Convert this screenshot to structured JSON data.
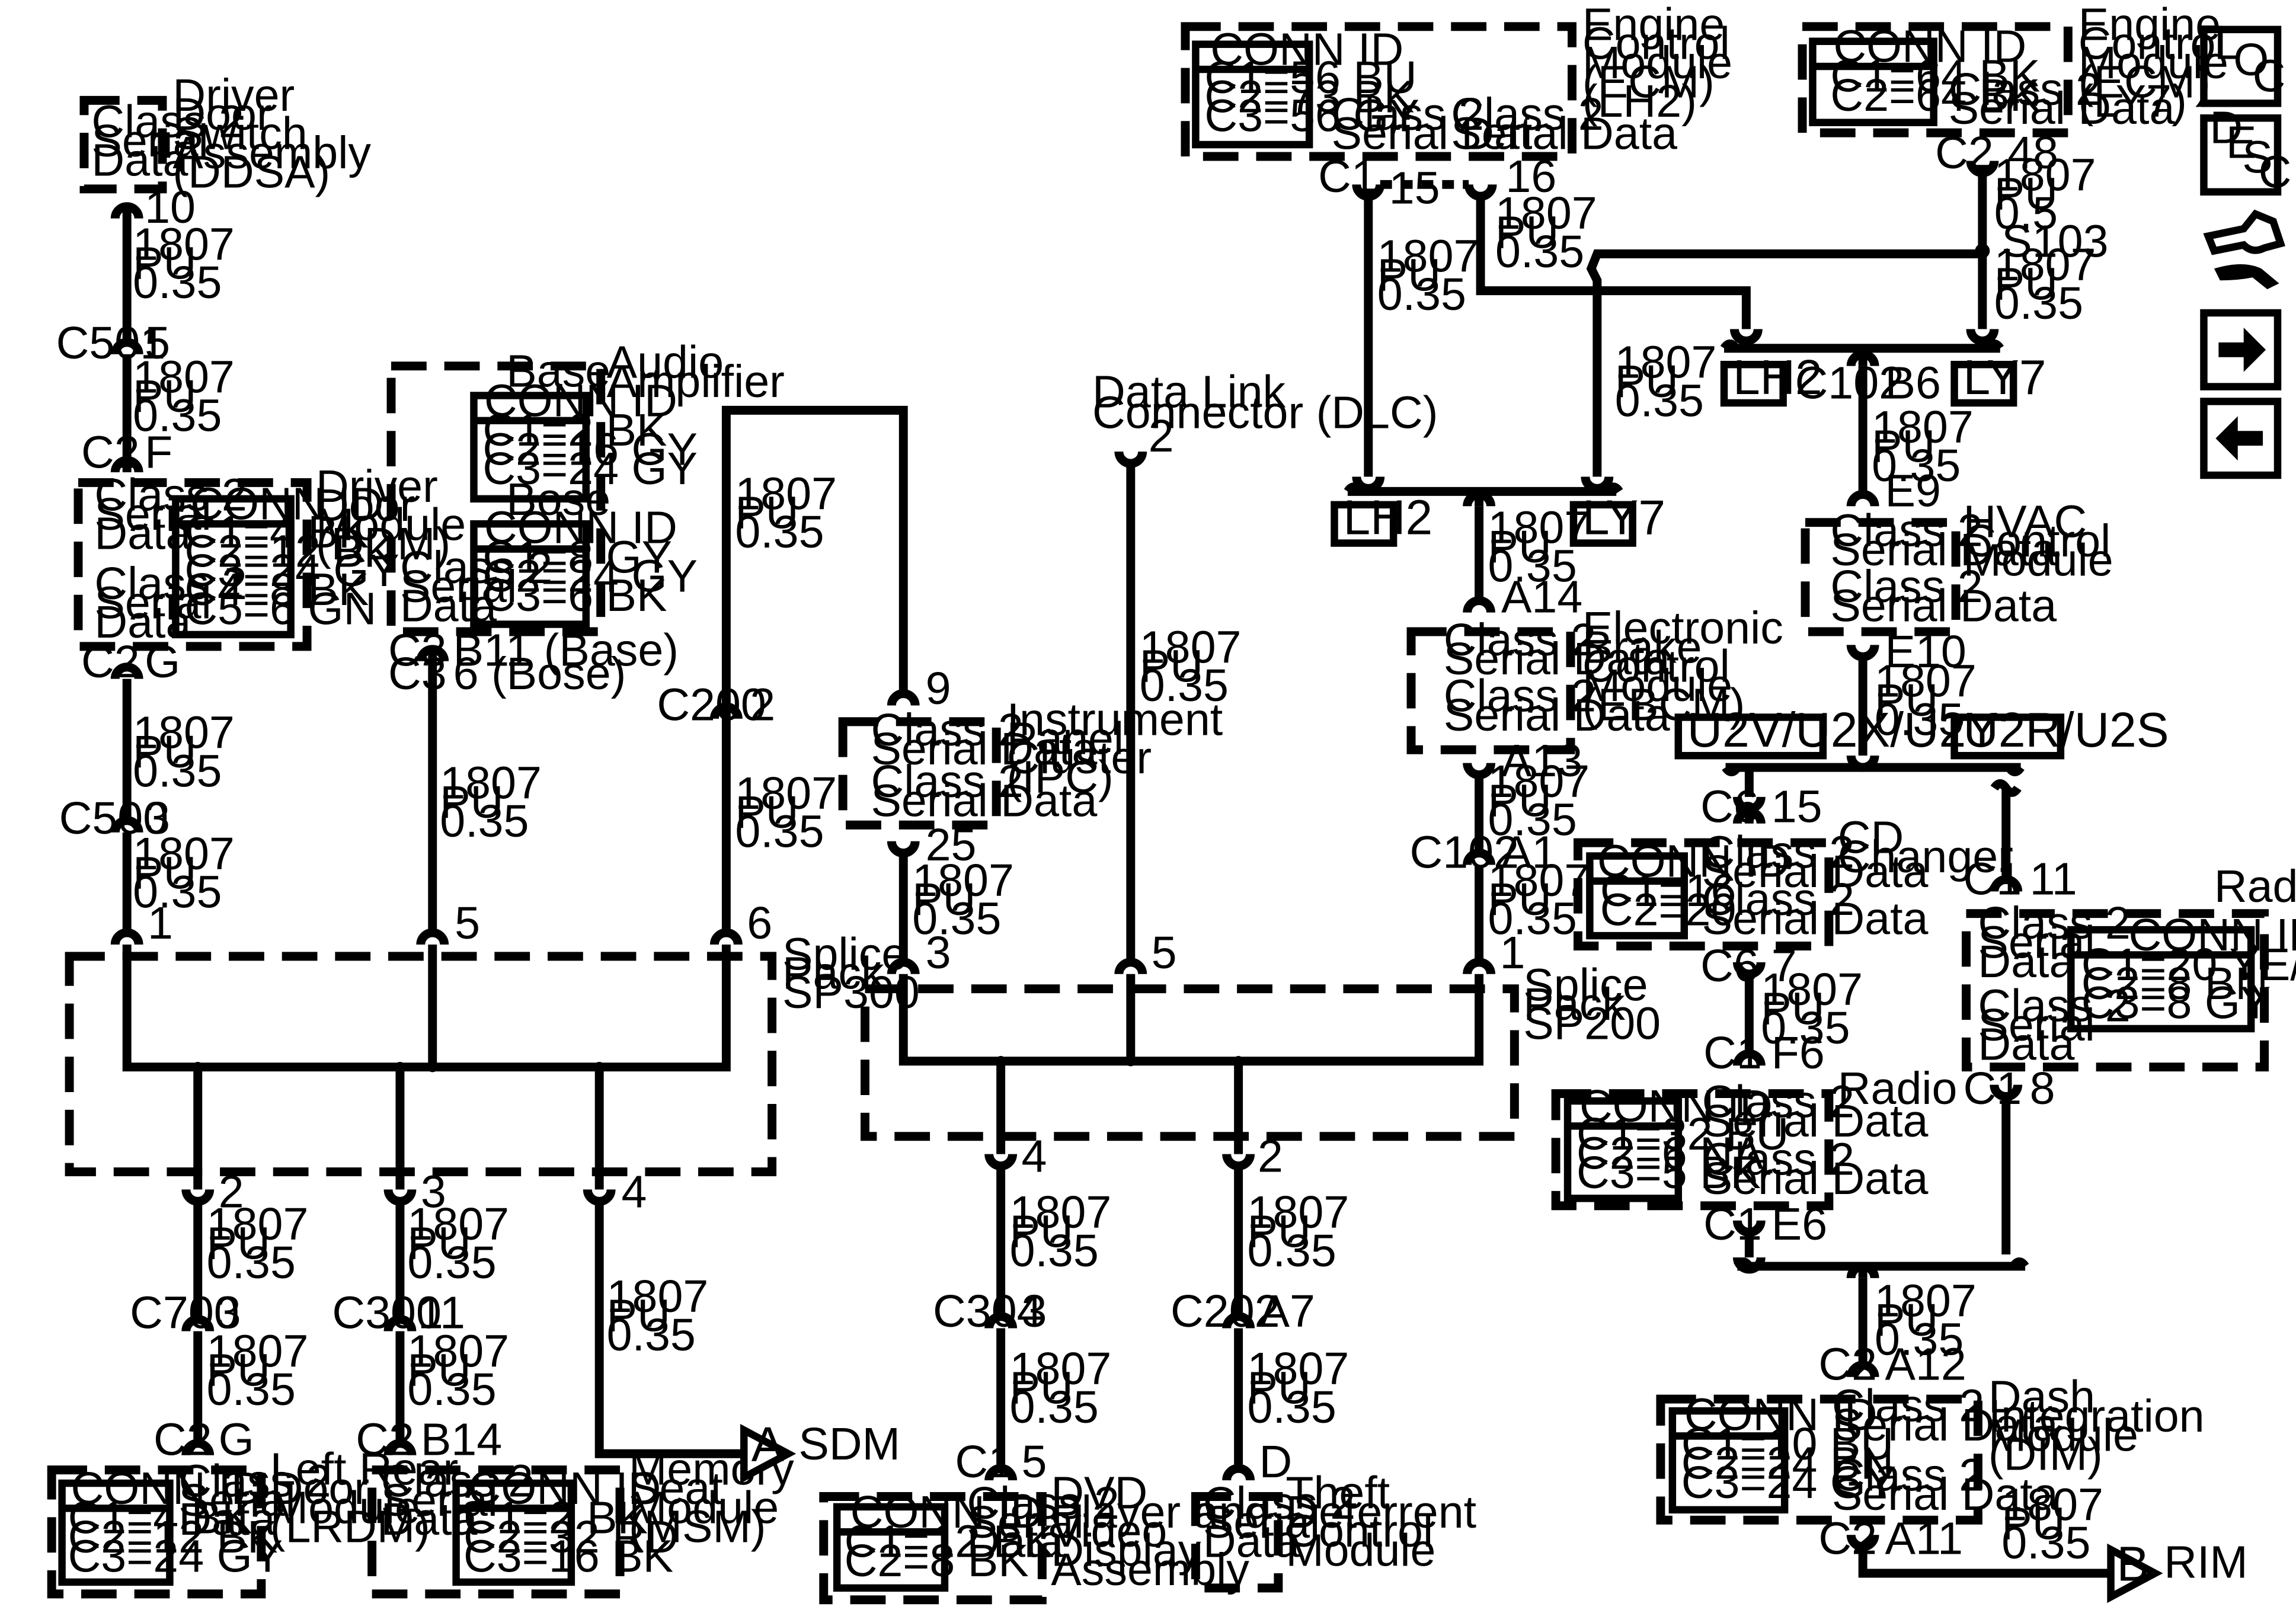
{
  "nav": {
    "loc_l": "L",
    "loc_o": "O",
    "loc_c": "C",
    "desc_d": "D",
    "desc_e": "E",
    "desc_s": "S",
    "desc_c": "C"
  },
  "ddsa": {
    "sig": [
      "Class 2",
      "Serial",
      "Data"
    ],
    "name": [
      "Driver",
      "Door",
      "Switch",
      "Assembly",
      "(DDSA)"
    ],
    "pin": "10"
  },
  "c501": {
    "conn": "C501",
    "pin": "5"
  },
  "w_ddsa": [
    "1807",
    "PU",
    "0.35"
  ],
  "w_c501": [
    "1807",
    "PU",
    "0.35"
  ],
  "ddm": {
    "conn": "C2",
    "pin_top": "F",
    "pin_bot": "G",
    "sig1": [
      "Class 2",
      "Serial",
      "Data"
    ],
    "sig2": [
      "Class 2",
      "Serial",
      "Data"
    ],
    "connid": "CONN ID",
    "ids": [
      "C1=4 BK",
      "C2=12 BK",
      "C3=24 GY",
      "C4=8 BK",
      "C5=6 GN"
    ],
    "name": [
      "Driver",
      "Door",
      "Module",
      "(DDM)"
    ]
  },
  "w_ddm": [
    "1807",
    "PU",
    "0.35"
  ],
  "c500": {
    "conn": "C500",
    "pin": "3"
  },
  "w_c500": [
    "1807",
    "PU",
    "0.35"
  ],
  "amp": {
    "base": "Base",
    "bose": "Bose",
    "connid": "CONN ID",
    "base_ids": [
      "C1=2 BK",
      "C2=16 GY",
      "C3=24 GY"
    ],
    "bose_ids": [
      "C1=8 GY",
      "C2=24 GY",
      "C3=6 BK"
    ],
    "sig": [
      "Class 2",
      "Serial",
      "Data"
    ],
    "name": [
      "Audio",
      "Amplifier"
    ],
    "c3a": "C3",
    "c3b": "C3",
    "pin_a": "B11 (Base)",
    "pin_b": "6 (Bose)"
  },
  "w_amp": [
    "1807",
    "PU",
    "0.35"
  ],
  "c200": {
    "conn": "C200",
    "pin": "2"
  },
  "w_c200_top": [
    "1807",
    "PU",
    "0.35"
  ],
  "w_c200_bot": [
    "1807",
    "PU",
    "0.35"
  ],
  "sp300": {
    "name": [
      "Splice",
      "Pack",
      "SP300"
    ],
    "pins_top": [
      "1",
      "5",
      "6"
    ],
    "pins_bot": [
      "2",
      "3",
      "4"
    ]
  },
  "lrdm_path": {
    "w1": [
      "1807",
      "PU",
      "0.35"
    ],
    "c700": "C700",
    "c700pin": "3",
    "w2": [
      "1807",
      "PU",
      "0.35"
    ],
    "c2": "C2",
    "pin": "G"
  },
  "lrdm": {
    "connid": "CONN ID",
    "ids": [
      "C1=4 BK",
      "C2=12 BK",
      "C3=24 GY"
    ],
    "sig": [
      "Class 2",
      "Serial",
      "Data"
    ],
    "name": [
      "Left Rear",
      "Door",
      "Module",
      "(LRDM)"
    ]
  },
  "msm_path": {
    "w1": [
      "1807",
      "PU",
      "0.35"
    ],
    "c300": "C300",
    "c300pin": "11",
    "w2": [
      "1807",
      "PU",
      "0.35"
    ],
    "c2": "C2",
    "pin": "B14"
  },
  "msm": {
    "sig": [
      "Class 2",
      "Serial",
      "Data"
    ],
    "connid": "CONN ID",
    "ids": [
      "C1=2 BK",
      "C2=32 RD",
      "C3=16 BK"
    ],
    "name": [
      "Memory",
      "Seat",
      "Module",
      "(MSM)"
    ]
  },
  "sdm": {
    "w": [
      "1807",
      "PU",
      "0.35"
    ],
    "tag": "A",
    "name": "SDM"
  },
  "dlc": {
    "name": [
      "Data Link",
      "Connector (DLC)"
    ],
    "pin": "2",
    "w": [
      "1807",
      "PU",
      "0.35"
    ]
  },
  "ipc": {
    "pin_top": "9",
    "pin_bot": "25",
    "sig1": [
      "Class 2",
      "Serial Data"
    ],
    "sig2": [
      "Class 2",
      "Serial Data"
    ],
    "name": [
      "Instrument",
      "Panel",
      "Cluster",
      "(IPC)"
    ],
    "w": [
      "1807",
      "PU",
      "0.35"
    ]
  },
  "sp200": {
    "name": [
      "Splice",
      "Pack",
      "SP200"
    ],
    "pins_top": [
      "3",
      "5",
      "1"
    ],
    "pins_bot": [
      "4",
      "2"
    ]
  },
  "dvd_path": {
    "w1": [
      "1807",
      "PU",
      "0.35"
    ],
    "c304": "C304",
    "c304pin": "3",
    "w2": [
      "1807",
      "PU",
      "0.35"
    ],
    "c1": "C1",
    "pin": "5"
  },
  "dvd": {
    "connid": "CONN ID",
    "ids": [
      "C1=12 BK",
      "C2=8 BK"
    ],
    "sig": [
      "Class 2",
      "Serial",
      "Data"
    ],
    "name": [
      "DVD",
      "Player and",
      "Video",
      "Display",
      "Assembly"
    ]
  },
  "tdcm_path": {
    "w1": [
      "1807",
      "PU",
      "0.35"
    ],
    "c202": "C202",
    "c202pin": "A7",
    "w2": [
      "1807",
      "PU",
      "0.35"
    ],
    "pin": "D"
  },
  "tdcm": {
    "sig": [
      "Class 2",
      "Serial",
      "Data"
    ],
    "name": [
      "Theft",
      "Deterrent",
      "Control",
      "Module"
    ]
  },
  "ecm_lh2": {
    "connid": "CONN ID",
    "ids": [
      "C1=56 BU",
      "C2=73 BK",
      "C3=56 GY"
    ],
    "sig1": [
      "Class 2",
      "Serial Data"
    ],
    "sig2": [
      "Class 2",
      "Serial Data"
    ],
    "name": [
      "Engine",
      "Control",
      "Module",
      "(ECM)",
      "(LH2)"
    ],
    "c1": "C1",
    "pin1": "15",
    "pin2": "16",
    "w1": [
      "1807",
      "PU",
      "0.35"
    ],
    "w2": [
      "1807",
      "PU",
      "0.35"
    ],
    "w3": [
      "1807",
      "PU",
      "0.35"
    ]
  },
  "ecm_ly7": {
    "connid": "CONN ID",
    "ids": [
      "C1=64 BK",
      "C2=64 BK"
    ],
    "sig": [
      "Class 2",
      "Serial Data"
    ],
    "name": [
      "Engine",
      "Control",
      "Module",
      "(ECM)",
      "(LY7)"
    ],
    "c2": "C2",
    "pin": "48",
    "w1": [
      "1807",
      "PU",
      "0.5"
    ],
    "splice": "S103",
    "w2": [
      "1807",
      "PU",
      "0.35"
    ]
  },
  "tags": {
    "lh2_a": "LH2",
    "ly7_a": "LY7",
    "lh2_b": "LH2",
    "ly7_b": "LY7",
    "u2v": "U2V/U2X/U2Y",
    "u2r": "U2R/U2S"
  },
  "ebcm": {
    "w_top": [
      "1807",
      "PU",
      "0.35"
    ],
    "pin_top": "A14",
    "pin_bot": "A13",
    "sig1": [
      "Class 2",
      "Serial Data"
    ],
    "sig2": [
      "Class 2",
      "Serial Data"
    ],
    "name": [
      "Electronic",
      "Brake",
      "Control",
      "Module",
      "(EBCM)"
    ],
    "w_bot": [
      "1807",
      "PU",
      "0.35"
    ],
    "c102": "C102",
    "c102pin": "A1",
    "w3": [
      "1807",
      "PU",
      "0.35"
    ]
  },
  "hvac": {
    "c102": "C102",
    "c102pin": "B6",
    "w1": [
      "1807",
      "PU",
      "0.35"
    ],
    "pin_top": "E9",
    "pin_bot": "E10",
    "sig1": [
      "Class 2",
      "Serial Data"
    ],
    "sig2": [
      "Class 2",
      "Serial Data"
    ],
    "name": [
      "HVAC",
      "Control",
      "Module"
    ],
    "w2": [
      "1807",
      "PU",
      "0.35"
    ]
  },
  "cdc": {
    "c6a": "C6",
    "pin_top": "15",
    "connid": "CONN ID",
    "ids": [
      "C1=16",
      "C2=20"
    ],
    "sig1": [
      "Class 2",
      "Serial Data"
    ],
    "sig2": [
      "Class 2",
      "Serial Data"
    ],
    "name": [
      "CD",
      "Changer"
    ],
    "c6b": "C6",
    "pin_bot": "7",
    "w": [
      "1807",
      "PU",
      "0.35"
    ]
  },
  "radio_a": {
    "c1": "C1",
    "pin_top": "F6",
    "connid": "CONN ID",
    "ids": [
      "C1=32 BU",
      "C2=6 NA",
      "C3=5 BK"
    ],
    "sig1": [
      "Class 2",
      "Serial Data"
    ],
    "sig2": [
      "Class 2",
      "Serial Data"
    ],
    "name": "Radio",
    "c1b": "C1",
    "pin_bot": "E6"
  },
  "radio_b": {
    "c1": "C1",
    "pin_top": "11",
    "name": "Radio",
    "sig1": [
      "Class 2",
      "Serial",
      "Data"
    ],
    "sig2": [
      "Class 2",
      "Serial",
      "Data"
    ],
    "connid": "CONN ID",
    "ids": [
      "C1=20 YE/GR/BU",
      "C2=8 BN",
      "C3=8 GY"
    ],
    "c1b": "C1",
    "pin_bot": "8"
  },
  "dim": {
    "w": [
      "1807",
      "PU",
      "0.35"
    ],
    "c2a": "C2",
    "pin_top": "A12",
    "connid": "CONN ID",
    "ids": [
      "C1=10 BU",
      "C2=24 BN",
      "C3=24 GY"
    ],
    "sig1": [
      "Class 2",
      "Serial Data"
    ],
    "sig2": [
      "Class 2",
      "Serial Data"
    ],
    "name": [
      "Dash",
      "Integration",
      "Module",
      "(DIM)"
    ],
    "c2b": "C2",
    "pin_bot": "A11",
    "w2": [
      "1807",
      "PU",
      "0.35"
    ],
    "tag": "B",
    "rim": "RIM"
  }
}
